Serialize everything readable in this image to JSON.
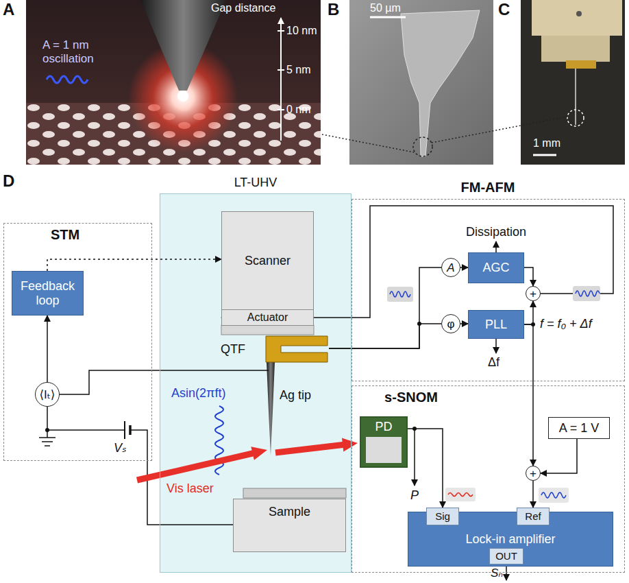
{
  "diagram": {
    "nodes": [
      {
        "text": [
          "STM"
        ]
      },
      {
        "text": [
          "Feedback loop"
        ],
        "in": 0
      },
      {
        "text": [
          "⟨Iₜ⟩"
        ],
        "in": 0
      },
      {
        "text": [
          "LT-UHV"
        ]
      },
      {
        "text": [
          "Scanner"
        ],
        "in": 3
      },
      {
        "text": [
          "Actuator"
        ],
        "in": 3
      },
      {
        "text": [
          "QTF"
        ],
        "in": 3
      },
      {
        "text": [
          "Sample"
        ],
        "in": 3
      },
      {
        "text": [
          "FM-AFM"
        ]
      },
      {
        "text": [
          "A"
        ],
        "in": 8
      },
      {
        "text": [
          "φ"
        ],
        "in": 8
      },
      {
        "text": [
          "AGC"
        ],
        "in": 8
      },
      {
        "text": [
          "PLL"
        ],
        "in": 8
      },
      {
        "text": [
          "+"
        ],
        "in": 8
      },
      {
        "text": [
          "s-SNOM"
        ]
      },
      {
        "text": [
          "PD"
        ],
        "in": 14
      },
      {
        "text": [
          "A = 1 V"
        ],
        "in": 14
      },
      {
        "text": [
          "+"
        ],
        "in": 14
      },
      {
        "text": [
          "Lock-in amplifier"
        ],
        "in": 14
      },
      {
        "text": [
          "Sig"
        ],
        "in": 18
      },
      {
        "text": [
          "Ref"
        ],
        "in": 18
      },
      {
        "text": [
          "OUT"
        ],
        "in": 18
      }
    ],
    "edges": [
      {
        "from": 2,
        "to": 1,
        "arrow": "to"
      },
      {
        "from": 1,
        "to": 4,
        "arrow": "to"
      },
      {
        "from": 6,
        "to": 9,
        "arrow": "none"
      },
      {
        "from": 6,
        "to": 10,
        "arrow": "none"
      },
      {
        "from": 9,
        "to": 11,
        "arrow": "to"
      },
      {
        "from": 10,
        "to": 12,
        "arrow": "to"
      },
      {
        "from": 11,
        "to": 13,
        "arrow": "to"
      },
      {
        "from": 12,
        "to": 13,
        "arrow": "to"
      },
      {
        "from": 13,
        "to": 5,
        "arrow": "to"
      },
      {
        "from": 12,
        "to": 17,
        "arrow": "to"
      },
      {
        "from": 16,
        "to": 17,
        "arrow": "to"
      },
      {
        "from": 17,
        "to": 20,
        "arrow": "to"
      },
      {
        "from": 15,
        "to": 19,
        "arrow": "to"
      }
    ],
    "labels": [
      "A",
      "B",
      "C",
      "Gap distance",
      "10 nm",
      "5 nm",
      "0 nm",
      "A = 1 nm oscillation",
      "50 µm",
      "1 mm",
      "D",
      "Dissipation",
      "f = f₀ + Δf",
      "Δf",
      "Vₛ",
      "Asin(2πft)",
      "Ag tip",
      "Vis laser",
      "P",
      "Sₙ"
    ]
  }
}
